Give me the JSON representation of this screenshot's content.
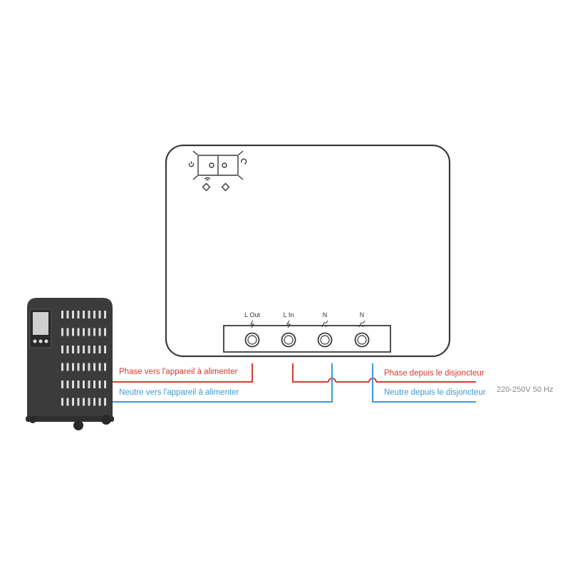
{
  "colors": {
    "phase": "#d83a2e",
    "neutral": "#3a9ad6",
    "outline": "#3a3a3a",
    "heater": "#3b3b3b",
    "voltage_text": "#8a8a8a"
  },
  "terminals": [
    {
      "label": "L Out",
      "symbol": "lightning-icon"
    },
    {
      "label": "L In",
      "symbol": "lightning-icon"
    },
    {
      "label": "N",
      "symbol": "neutral-icon"
    },
    {
      "label": "N",
      "symbol": "neutral-icon"
    }
  ],
  "labels": {
    "phase_to_appliance": "Phase vers l'appareil à alimenter",
    "neutral_to_appliance": "Neutre vers l'appareil à alimenter",
    "phase_from_breaker": "Phase depuis le disjoncteur",
    "neutral_from_breaker": "Neutre depuis le disjoncteur",
    "supply_voltage": "220-250V 50 Hz"
  },
  "icons": {
    "device_buttons": [
      "power-icon",
      "wifi-icon",
      "reset-icon"
    ],
    "appliance": "oil-heater-icon"
  }
}
